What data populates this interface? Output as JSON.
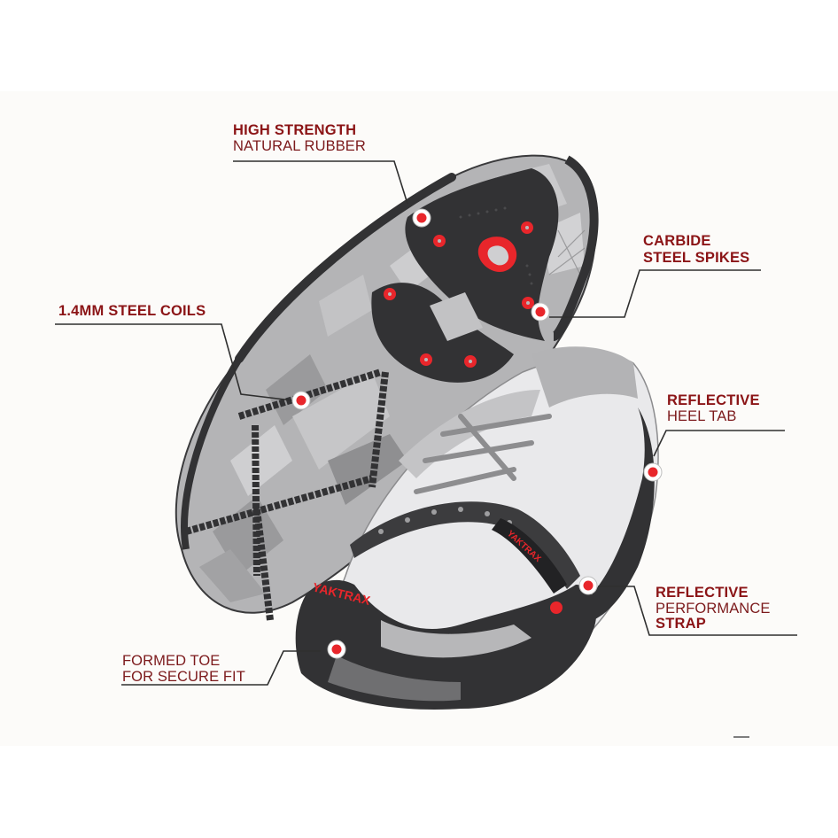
{
  "product": {
    "brand_mark": "YAKTRAX",
    "description": "Traction device annotated diagram"
  },
  "colors": {
    "label_bold": "#8b1416",
    "label_regular": "#7c1a1c",
    "rubber_dark": "#323234",
    "sole_gray": "#a9a9ab",
    "spike_red": "#e8262b",
    "leader_line": "#2f2f2f",
    "background_band": "#fcfbf9"
  },
  "callouts": [
    {
      "id": "rubber",
      "bold": "HIGH STRENGTH",
      "regular": "NATURAL RUBBER"
    },
    {
      "id": "spikes",
      "bold": "CARBIDE",
      "bold2": "STEEL SPIKES"
    },
    {
      "id": "coils",
      "bold": "1.4MM STEEL COILS"
    },
    {
      "id": "heel",
      "bold": "REFLECTIVE",
      "regular": "HEEL TAB"
    },
    {
      "id": "strap",
      "bold": "REFLECTIVE",
      "regular": "PERFORMANCE",
      "bold2": "STRAP"
    },
    {
      "id": "toe",
      "regular": "FORMED TOE",
      "regular2": "FOR SECURE FIT"
    }
  ]
}
